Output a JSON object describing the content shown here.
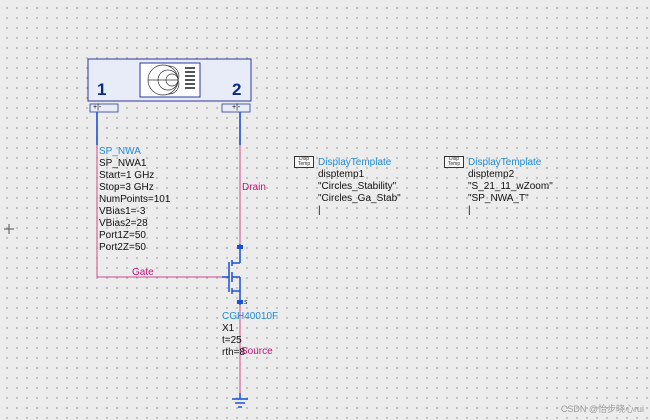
{
  "nwa": {
    "port1": "1",
    "port2": "2",
    "pin1": "+|-",
    "pin2": "+|-",
    "lines": [
      "SP_NWA",
      "SP_NWA1",
      "Start=1 GHz",
      "Stop=3 GHz",
      "NumPoints=101",
      "VBias1=-3",
      "VBias2=28",
      "Port1Z=50",
      "Port2Z=50"
    ]
  },
  "disp1": {
    "icon": "Disp Temp",
    "title": "DisplayTemplate",
    "name": "disptemp1",
    "items": [
      "\"Circles_Stability\"",
      "\"Circles_Ga_Stab\"",
      "|"
    ]
  },
  "disp2": {
    "icon": "Disp Temp",
    "title": "DisplayTemplate",
    "name": "disptemp2",
    "items": [
      "\"S_21_11_wZoom\"",
      "\"SP_NWA_T\"",
      "|"
    ]
  },
  "transistor": {
    "model": "CGH40010F",
    "name": "X1",
    "params": [
      "t=25",
      "rth=8"
    ],
    "source_pin": "s"
  },
  "wires": {
    "drain": "Drain",
    "gate": "Gate",
    "source": "Source"
  },
  "watermark": "CSDN @怡步晓心rui",
  "colors": {
    "wire_blue": "#1b4fd6",
    "wire_pink": "#d2488c",
    "label_blue": "#1f8bd8",
    "label_magenta": "#c0137a",
    "ground": "#1b4fd6"
  }
}
